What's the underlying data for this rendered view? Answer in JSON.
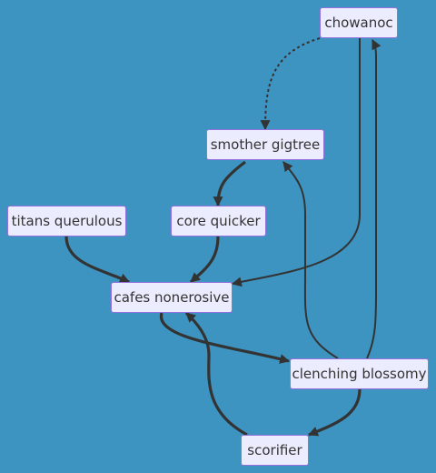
{
  "diagram": {
    "background": "#3e94c0",
    "node_fill": "#ececff",
    "node_border": "#9370db",
    "nodes": {
      "chowanoc": "chowanoc",
      "smother_gigtree": "smother gigtree",
      "titans_querulous": "titans querulous",
      "core_quicker": "core quicker",
      "cafes_nonerosive": "cafes nonerosive",
      "clenching_blossomy": "clenching blossomy",
      "scorifier": "scorifier"
    },
    "edges": [
      {
        "from": "chowanoc",
        "to": "smother_gigtree",
        "style": "dotted"
      },
      {
        "from": "smother_gigtree",
        "to": "core_quicker",
        "style": "thick"
      },
      {
        "from": "titans_querulous",
        "to": "cafes_nonerosive",
        "style": "thick"
      },
      {
        "from": "core_quicker",
        "to": "cafes_nonerosive",
        "style": "thick"
      },
      {
        "from": "chowanoc",
        "to": "cafes_nonerosive",
        "style": "normal"
      },
      {
        "from": "cafes_nonerosive",
        "to": "clenching_blossomy",
        "style": "thick"
      },
      {
        "from": "clenching_blossomy",
        "to": "smother_gigtree",
        "style": "normal"
      },
      {
        "from": "clenching_blossomy",
        "to": "chowanoc",
        "style": "normal"
      },
      {
        "from": "clenching_blossomy",
        "to": "scorifier",
        "style": "thick"
      },
      {
        "from": "scorifier",
        "to": "cafes_nonerosive",
        "style": "thick"
      }
    ]
  }
}
